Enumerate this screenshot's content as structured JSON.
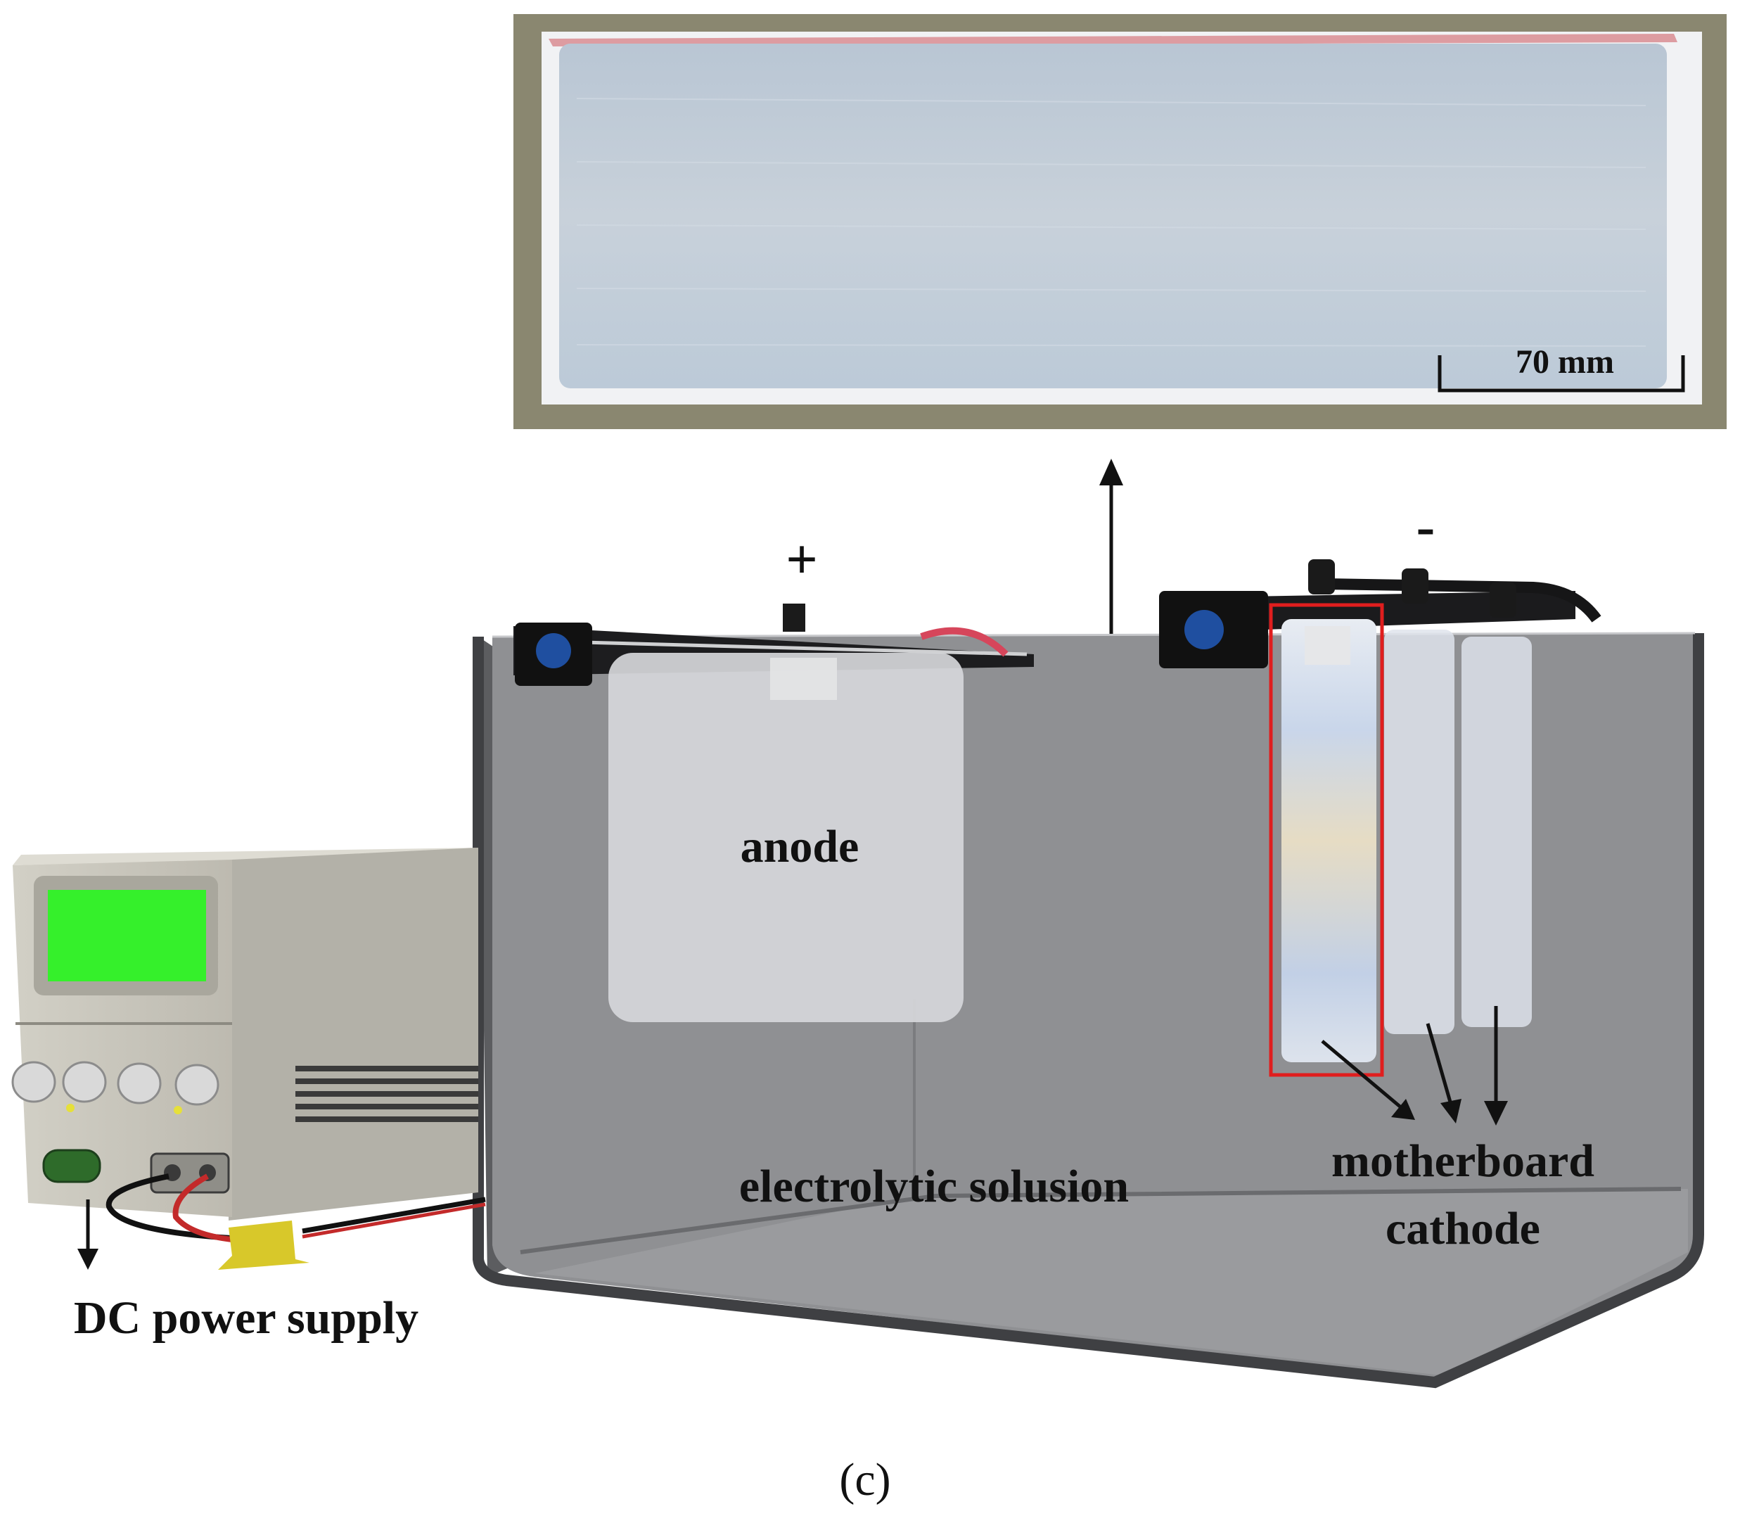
{
  "photo": {
    "scale_bar_label": "70 mm"
  },
  "labels": {
    "plus_sign": "+",
    "minus_sign": "-",
    "anode": "anode",
    "electrolyte": "electrolytic solusion",
    "cathode_line1": "motherboard",
    "cathode_line2": "cathode",
    "power_supply": "DC power supply",
    "panel_label": "(c)"
  },
  "colors": {
    "background": "#ffffff",
    "photo_frame": "#8a8770",
    "photo_plate": "#c3ced9",
    "tank_water": "#8f9093",
    "tank_edge": "#3f4043",
    "anode_plate": "#d6d7da",
    "cathode_plate": "#dfe3ea",
    "highlight_box": "#e01e1e",
    "lcd_screen": "#35f02b",
    "power_supply_body": "#c9c7bd",
    "knob_blue": "#1f4fa0",
    "connector_yellow": "#d8c82a"
  }
}
